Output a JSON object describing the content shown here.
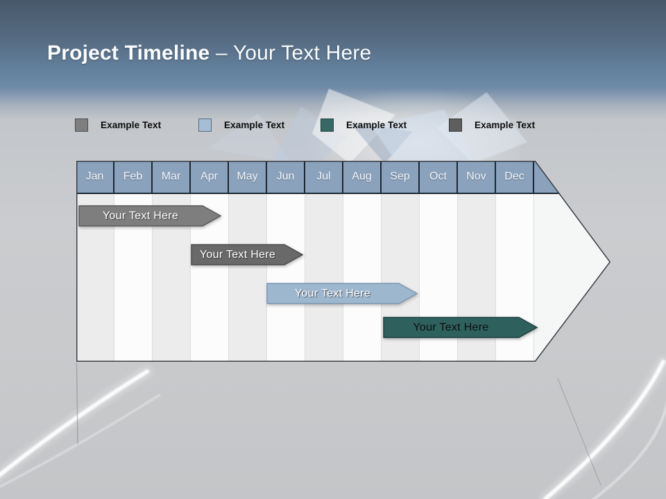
{
  "slide": {
    "title_primary": "Project Timeline",
    "title_secondary": "– Your Text Here"
  },
  "legend": {
    "items": [
      {
        "label": "Example Text",
        "color": "#7f7f7f",
        "border": "#4b4b4b"
      },
      {
        "label": "Example Text",
        "color": "#a5bdd5",
        "border": "#5b6b7c"
      },
      {
        "label": "Example Text",
        "color": "#376964",
        "border": "#1d413d"
      },
      {
        "label": "Example Text",
        "color": "#5e5e5e",
        "border": "#383838"
      }
    ]
  },
  "timeline": {
    "months": [
      "Jan",
      "Feb",
      "Mar",
      "Apr",
      "May",
      "Jun",
      "Jul",
      "Aug",
      "Sep",
      "Oct",
      "Nov",
      "Dec"
    ],
    "header_fill": "#8aa2bc",
    "header_border": "#1c2732",
    "stripe_colors": [
      "#ececec",
      "#fcfcfc"
    ],
    "arrow_fill": "#f5f6f6",
    "arrow_outline": "#3a3f45",
    "bars": [
      {
        "label": "Your Text Here",
        "start_month": 0.05,
        "end_month": 3.3,
        "fill": "#7e7e7e",
        "stroke": "#595959",
        "text_color": "#ffffff"
      },
      {
        "label": "Your Text Here",
        "start_month": 3.0,
        "end_month": 5.45,
        "fill": "#696969",
        "stroke": "#4a4a4a",
        "text_color": "#ffffff"
      },
      {
        "label": "Your Text Here",
        "start_month": 4.98,
        "end_month": 8.45,
        "fill": "#9db7cf",
        "stroke": "#7e97ae",
        "text_color": "#ffffff"
      },
      {
        "label": "Your Text Here",
        "start_month": 8.03,
        "end_month": 11.6,
        "fill": "#2e605d",
        "stroke": "#1d423f",
        "text_color": "#0d0d0d"
      }
    ]
  }
}
